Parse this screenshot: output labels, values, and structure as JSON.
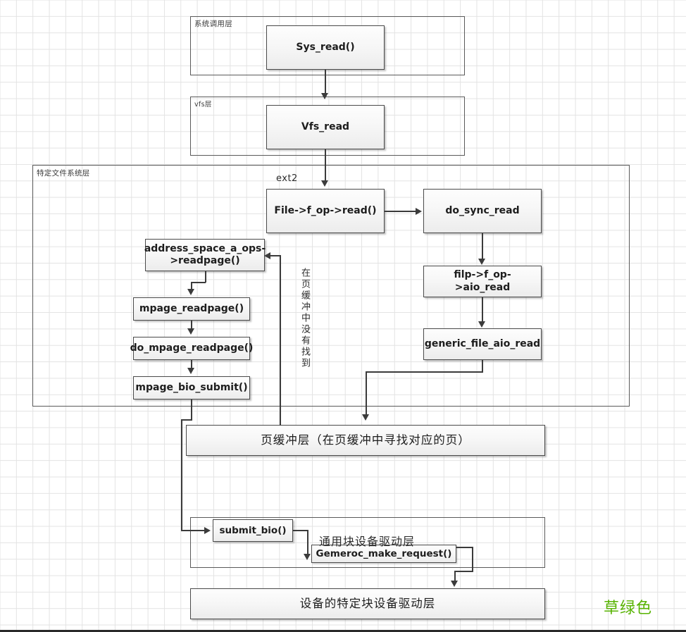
{
  "diagram": {
    "title": "Linux read() call path",
    "accent_green": "#57b302",
    "line_color": "#3b3b3b",
    "node_border": "#4a4a4a"
  },
  "layers": [
    {
      "id": "syscall",
      "label": "系统调用层"
    },
    {
      "id": "vfs",
      "label": "vfs层"
    },
    {
      "id": "specific_fs",
      "label": "特定文件系统层"
    }
  ],
  "annotations": {
    "ext2": "ext2",
    "generic_block_layer": "通用块设备驱动层",
    "not_found_in_page_cache": "在页缓冲中没有找到",
    "green_note": "草绿色"
  },
  "nodes": {
    "sys_read": "Sys_read()",
    "vfs_read": "Vfs_read",
    "file_fop_read": "File->f_op->read()",
    "do_sync_read": "do_sync_read",
    "filp_fop_aio_read": "filp->f_op->aio_read",
    "generic_file_aio_read": "generic_file_aio_read",
    "address_space_readpage": "address_space_a_ops->readpage()",
    "mpage_readpage": "mpage_readpage()",
    "do_mpage_readpage": "do_mpage_readpage()",
    "mpage_bio_submit": "mpage_bio_submit()",
    "page_cache_layer": "页缓冲层（在页缓冲中寻找对应的页）",
    "submit_bio": "submit_bio()",
    "gemeroc_make_request": "Gemeroc_make_request()",
    "device_specific_block_driver": "设备的特定块设备驱动层"
  }
}
